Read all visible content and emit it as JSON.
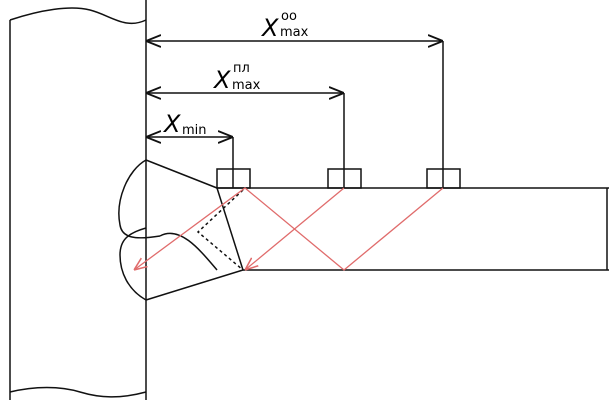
{
  "labels": {
    "x_oo": {
      "main": "X",
      "sub": "max",
      "sup": "оо"
    },
    "x_pl": {
      "main": "X",
      "sub": "max",
      "sup": "пл"
    },
    "x_min": {
      "main": "X",
      "sub": "min"
    }
  },
  "colors": {
    "line": "#111111",
    "ray": "#e06c6c",
    "background": "#ffffff"
  }
}
